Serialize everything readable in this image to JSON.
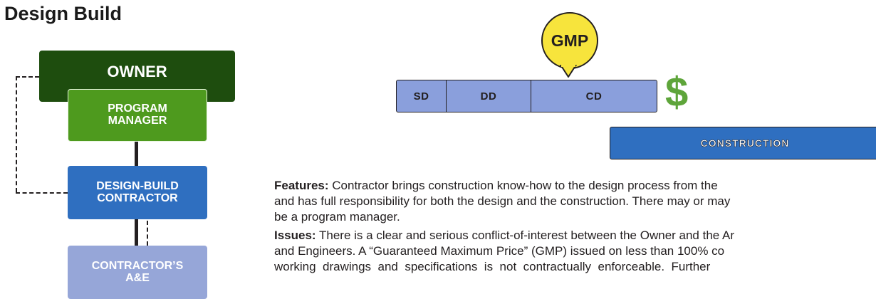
{
  "title": "Design Build",
  "org_chart": {
    "owner": "OWNER",
    "program_manager": [
      "PROGRAM",
      "MANAGER"
    ],
    "design_build_contractor": [
      "DESIGN-BUILD",
      "CONTRACTOR"
    ],
    "contractors_ae": [
      "CONTRACTOR’S",
      "A&E"
    ]
  },
  "timeline": {
    "gmp_label": "GMP",
    "phases": [
      "SD",
      "DD",
      "CD"
    ],
    "dollar_sign": "$",
    "construction_label": "CONSTRUCTION"
  },
  "features": {
    "heading": "Features:",
    "lines": [
      " Contractor brings construction know-how to the design process from the",
      "and has full responsibility for both the design and the construction. There may or may",
      "be a program manager."
    ]
  },
  "issues": {
    "heading": "Issues:",
    "lines": [
      " There is a clear and serious conflict-of-interest between the Owner and the Ar",
      "and Engineers.  A “Guaranteed Maximum Price” (GMP) issued on less than 100% co",
      "working  drawings  and  specifications  is  not  contractually  enforceable.  Further"
    ]
  },
  "colors": {
    "owner": "#1e4d0e",
    "program_manager": "#4e9a1e",
    "design_build_contractor": "#2f6fc0",
    "contractors_ae": "#96a6d8",
    "gmp": "#f7e43c",
    "phase_bar": "#8a9fdc",
    "dollar": "#5ea53a",
    "construction": "#2f6fc0"
  }
}
